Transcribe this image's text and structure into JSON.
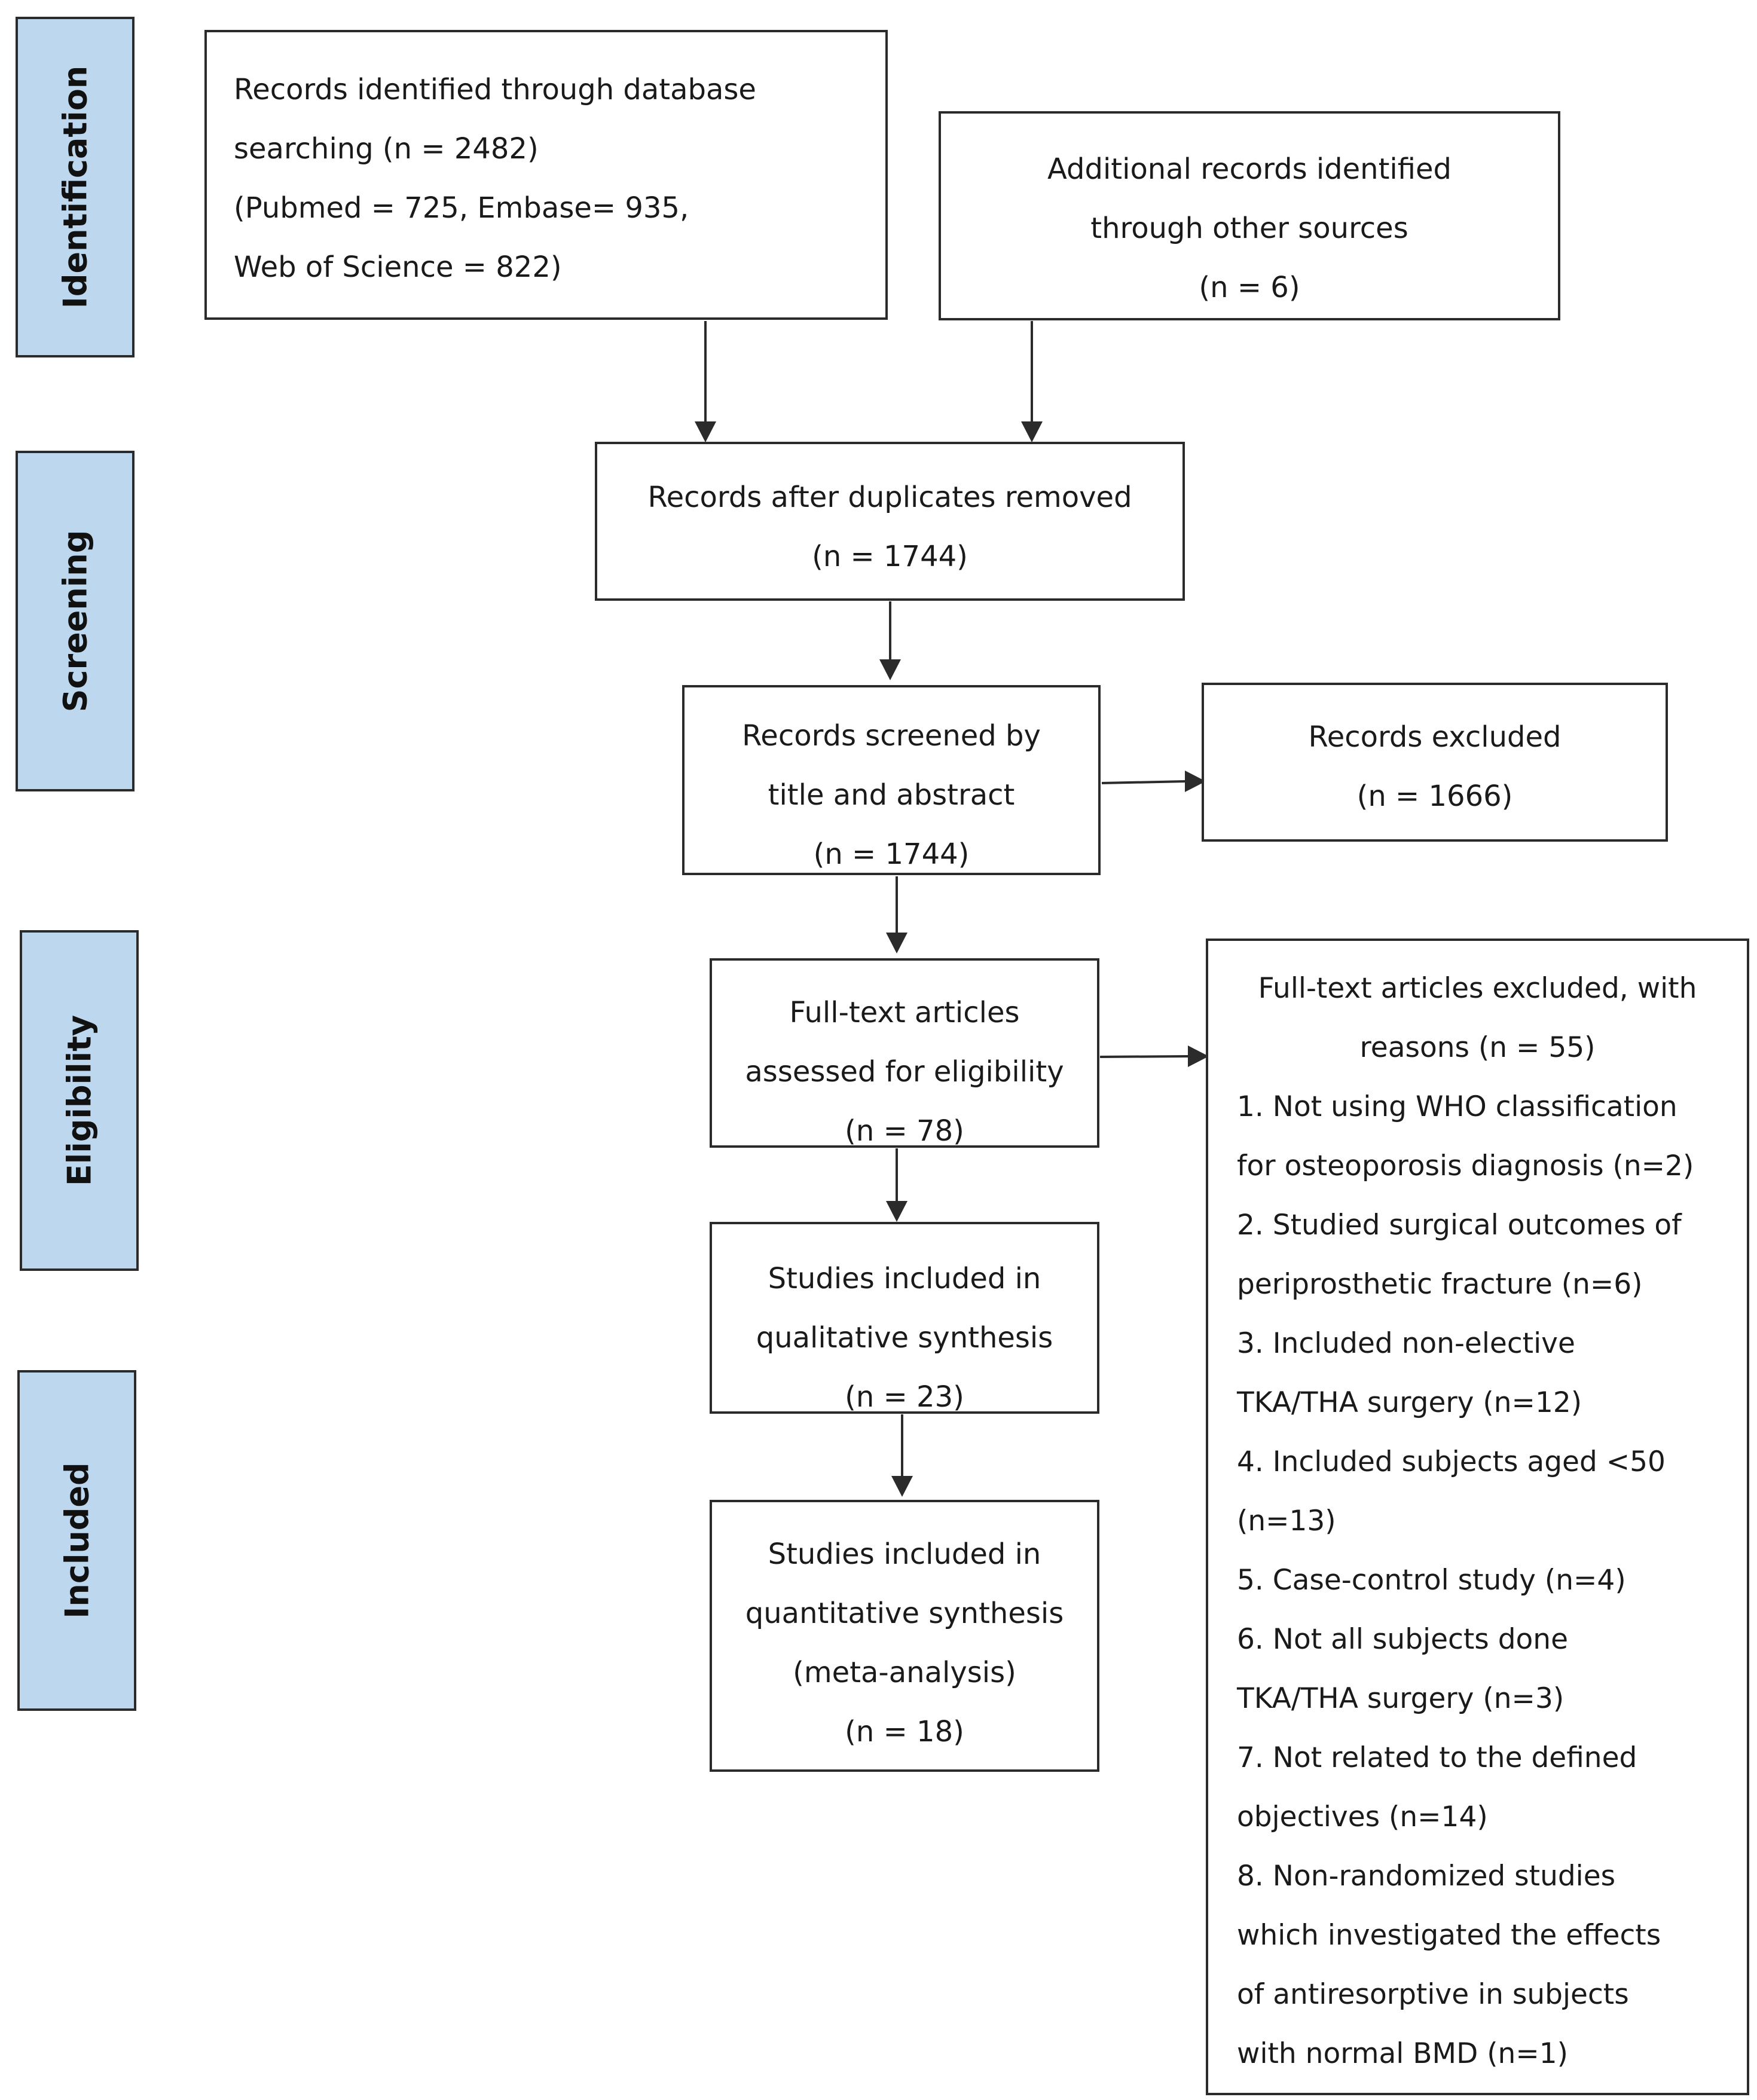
{
  "stages": [
    {
      "key": "identification",
      "label": "Identification"
    },
    {
      "key": "screening",
      "label": "Screening"
    },
    {
      "key": "eligibility",
      "label": "Eligibility"
    },
    {
      "key": "included",
      "label": "Included"
    }
  ],
  "boxes": {
    "database_search": {
      "lines": [
        "Records identified through database",
        "searching (n = 2482)",
        "(Pubmed = 725, Embase= 935,",
        "Web of Science = 822)"
      ]
    },
    "other_sources": {
      "lines": [
        "Additional records identified",
        "through other sources",
        "(n = 6)"
      ]
    },
    "after_duplicates": {
      "lines": [
        "Records after duplicates removed",
        "(n = 1744)"
      ]
    },
    "screened": {
      "lines": [
        "Records screened by",
        "title and abstract",
        "(n = 1744)"
      ]
    },
    "excluded": {
      "lines": [
        "Records excluded",
        "(n = 1666)"
      ]
    },
    "fulltext": {
      "lines": [
        "Full-text articles",
        "assessed for eligibility",
        "(n = 78)"
      ]
    },
    "fulltext_excluded": {
      "lines": [
        "Full-text articles excluded, with",
        "reasons (n = 55)",
        "1. Not using WHO classification",
        "for osteoporosis diagnosis (n=2)",
        "2. Studied surgical outcomes of",
        "periprosthetic fracture (n=6)",
        "3. Included non-elective",
        "TKA/THA surgery (n=12)",
        "4. Included subjects aged <50",
        "(n=13)",
        "5. Case-control study (n=4)",
        "6. Not all subjects done",
        "TKA/THA surgery (n=3)",
        "7. Not related to the defined",
        "objectives (n=14)",
        "8. Non-randomized studies",
        "which investigated the effects",
        "of antiresorptive in subjects",
        "with normal BMD (n=1)"
      ]
    },
    "qualitative": {
      "lines": [
        "Studies included in",
        "qualitative synthesis",
        "(n = 23)"
      ]
    },
    "quantitative": {
      "lines": [
        "Studies included in",
        "quantitative synthesis",
        "(meta-analysis)",
        "(n = 18)"
      ]
    }
  },
  "colors": {
    "stage_fill": "#bdd7ee",
    "border": "#2b2b2b",
    "text": "#1a1a1a"
  }
}
